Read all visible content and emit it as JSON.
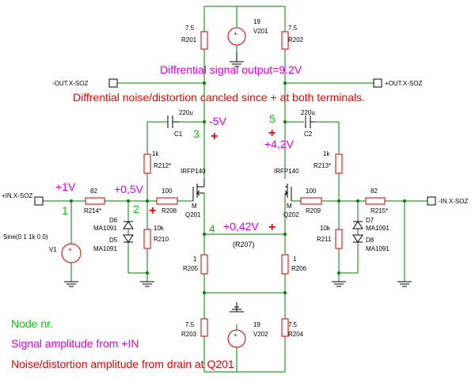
{
  "resistors": {
    "r201": {
      "value": "7.5",
      "ref": "R201"
    },
    "r202": {
      "value": "7.5",
      "ref": "R202"
    },
    "r203": {
      "value": "7.5",
      "ref": "R203"
    },
    "r204": {
      "value": "7.5",
      "ref": "R204"
    },
    "r205": {
      "value": "1",
      "ref": "R205"
    },
    "r206": {
      "value": "1",
      "ref": "R206"
    },
    "r212": {
      "value": "1k",
      "ref": "R212*"
    },
    "r213": {
      "value": "1k",
      "ref": "R213*"
    },
    "r214": {
      "value": "82",
      "ref": "R214*"
    },
    "r215": {
      "value": "82",
      "ref": "R215*"
    },
    "r208": {
      "value": "100",
      "ref": "R208"
    },
    "r209": {
      "value": "100",
      "ref": "R209"
    },
    "r210": {
      "value": "10k",
      "ref": "R210"
    },
    "r211": {
      "value": "10k",
      "ref": "R211"
    },
    "r207": {
      "ref": "(R207)"
    }
  },
  "capacitors": {
    "c1": {
      "value": "220u",
      "ref": "C1"
    },
    "c2": {
      "value": "220u",
      "ref": "C2"
    }
  },
  "sources": {
    "v201": {
      "value": "19",
      "ref": "V201"
    },
    "v202": {
      "value": "19",
      "ref": "V202"
    },
    "v1": {
      "value": "Sine(0 1  1k 0 0)",
      "ref": "V1"
    }
  },
  "diodes": {
    "d6": {
      "ref": "D6",
      "model": "MA1091"
    },
    "d5": {
      "ref": "D5",
      "model": "MA1091"
    },
    "d7": {
      "ref": "D7",
      "model": "MA1091"
    },
    "d8": {
      "ref": "D8",
      "model": "MA1091"
    }
  },
  "transistors": {
    "q201": {
      "model": "IRFP140",
      "ref": "Q201",
      "pin": "M"
    },
    "q202": {
      "model": "IRFP140",
      "ref": "Q202",
      "pin": "M"
    }
  },
  "ports": {
    "out_minus": "-OUT.X-SOZ",
    "out_plus": "+OUT.X-SOZ",
    "in_plus": "+IN.X-SOZ",
    "in_minus": "-IN.X-SOZ"
  },
  "annotations": {
    "output_amplitude": "Diffrential signal output=9.2V",
    "noise_cancel": "Diffrential noise/distortion cancled since + at both terminals.",
    "amp_in": "+1V",
    "amp_gate": "+0,5V",
    "amp_drain_left": "-5V",
    "amp_drain_right": "+4,2V",
    "amp_source": "+0,42V",
    "plus": "+"
  },
  "nodes": {
    "n1": "1",
    "n2": "2",
    "n3": "3",
    "n4": "4",
    "n5": "5"
  },
  "legend": {
    "node": "Node nr.",
    "signal": "Signal amplitude from +IN",
    "noise": "Noise/distortion amplitude from drain at Q201"
  },
  "colors": {
    "wire": "#008000",
    "component": "#cc0000",
    "node_label": "#00cc00",
    "signal_label": "#dd00dd",
    "noise_label": "#ee0000"
  }
}
